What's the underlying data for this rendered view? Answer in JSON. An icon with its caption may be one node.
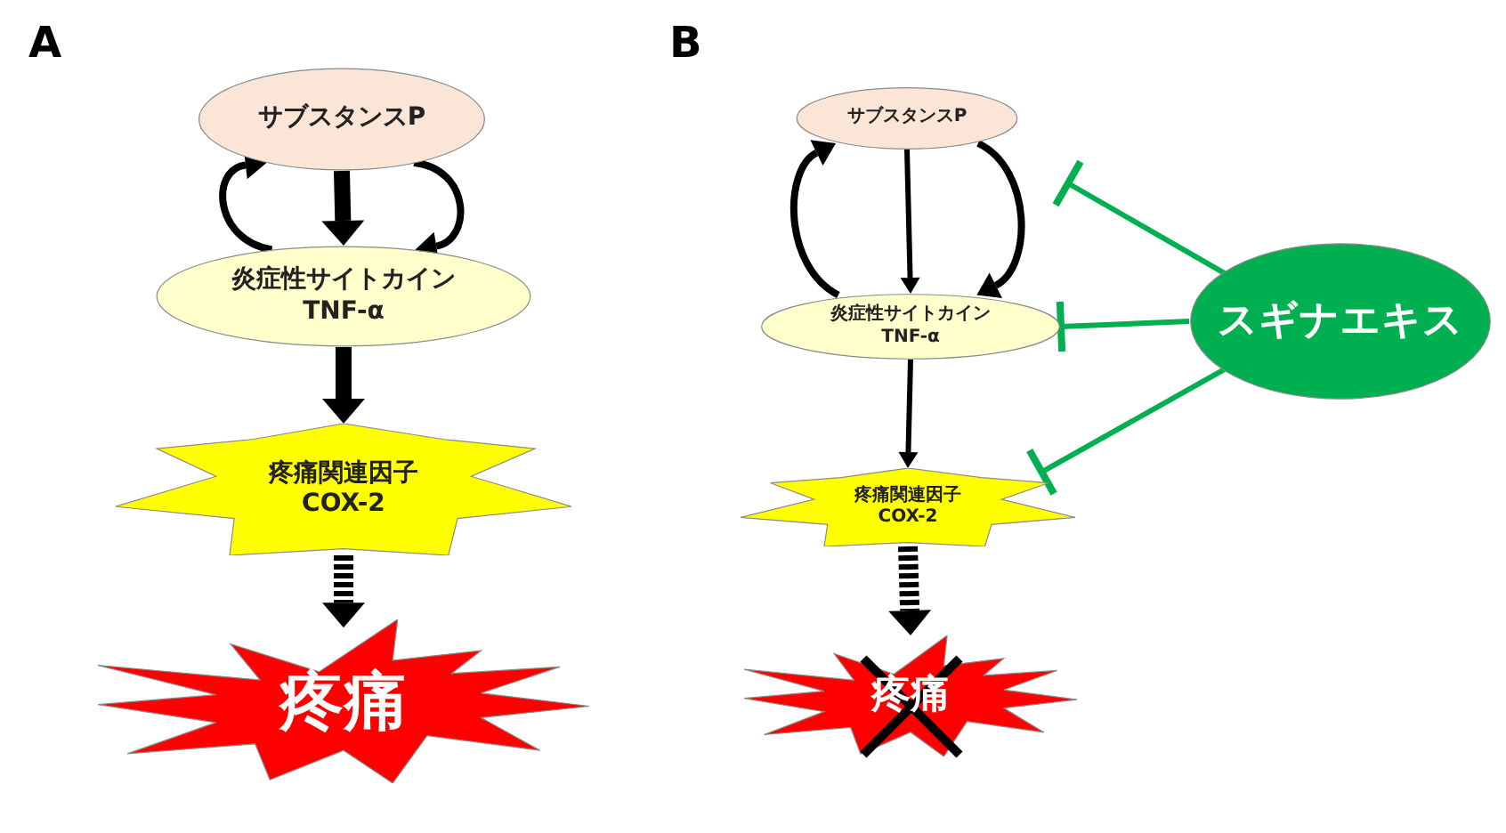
{
  "diagram": {
    "nodes": [
      {
        "text": [
          "サブスタンスP"
        ]
      },
      {
        "text": [
          "炎症性サイトカイン",
          "TNF-α"
        ]
      },
      {
        "text": [
          "疼痛関連因子",
          "COX-2"
        ]
      },
      {
        "text": [
          "疼痛"
        ]
      },
      {
        "text": [
          "サブスタンスP"
        ]
      },
      {
        "text": [
          "炎症性サイトカイン",
          "TNF-α"
        ]
      },
      {
        "text": [
          "疼痛関連因子",
          "COX-2"
        ]
      },
      {
        "text": [
          "疼痛"
        ]
      },
      {
        "text": [
          "スギナエキス"
        ]
      }
    ],
    "edges": [
      {
        "from": 0,
        "to": 1,
        "arrow": "to",
        "style": "thick"
      },
      {
        "from": 1,
        "to": 0,
        "arrow": "to"
      },
      {
        "from": 0,
        "to": 1,
        "arrow": "to"
      },
      {
        "from": 1,
        "to": 2,
        "arrow": "to",
        "style": "thick"
      },
      {
        "from": 2,
        "to": 3,
        "arrow": "to",
        "style": "dashed"
      },
      {
        "from": 4,
        "to": 5,
        "arrow": "to"
      },
      {
        "from": 5,
        "to": 4,
        "arrow": "to"
      },
      {
        "from": 4,
        "to": 5,
        "arrow": "to"
      },
      {
        "from": 5,
        "to": 6,
        "arrow": "to"
      },
      {
        "from": 6,
        "to": 7,
        "arrow": "to",
        "style": "dashed"
      },
      {
        "from": 8,
        "to": null,
        "arrow": "other",
        "color": "#00b050"
      },
      {
        "from": 8,
        "to": 5,
        "arrow": "other",
        "color": "#00b050"
      },
      {
        "from": 8,
        "to": 6,
        "arrow": "other",
        "color": "#00b050"
      }
    ],
    "labels": [
      "A",
      "B"
    ]
  }
}
